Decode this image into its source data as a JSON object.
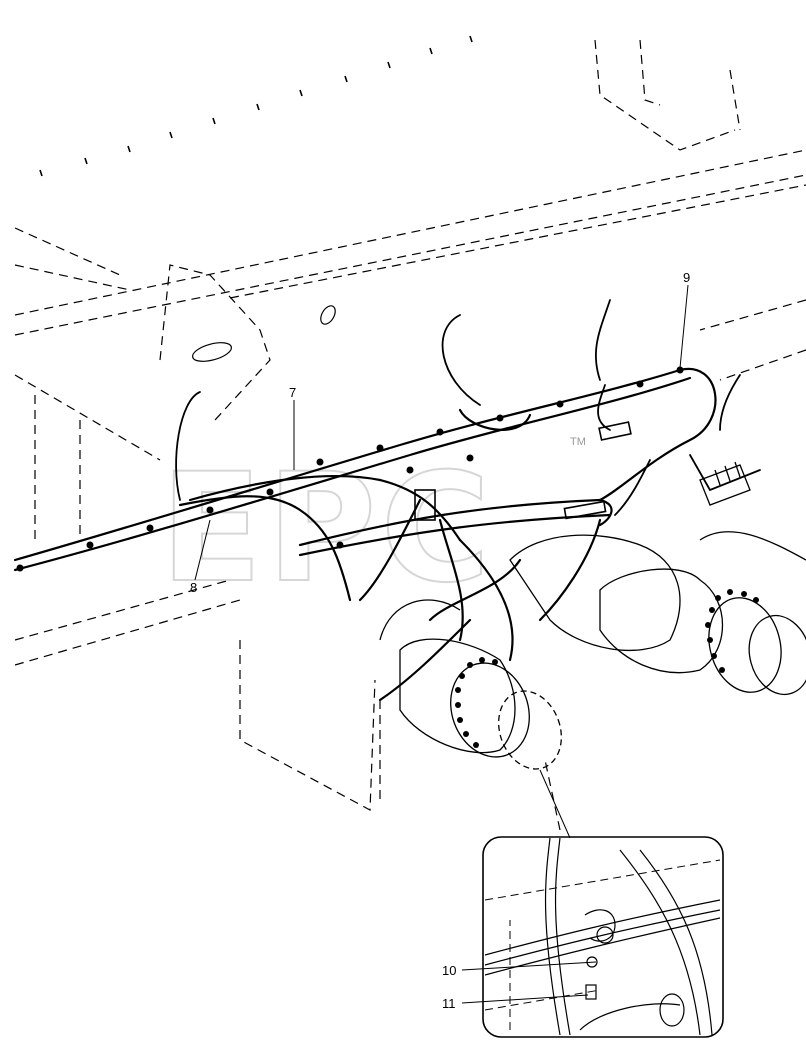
{
  "diagram": {
    "callouts": [
      {
        "id": "callout-7",
        "label": "7"
      },
      {
        "id": "callout-8",
        "label": "8"
      },
      {
        "id": "callout-9",
        "label": "9"
      },
      {
        "id": "callout-10",
        "label": "10"
      },
      {
        "id": "callout-11",
        "label": "11"
      }
    ],
    "watermark": {
      "text": "EPC",
      "trademark": "TM"
    },
    "colors": {
      "line": "#000000",
      "hidden_line": "#000000",
      "watermark": "#b5b5b5",
      "background": "#ffffff"
    }
  }
}
